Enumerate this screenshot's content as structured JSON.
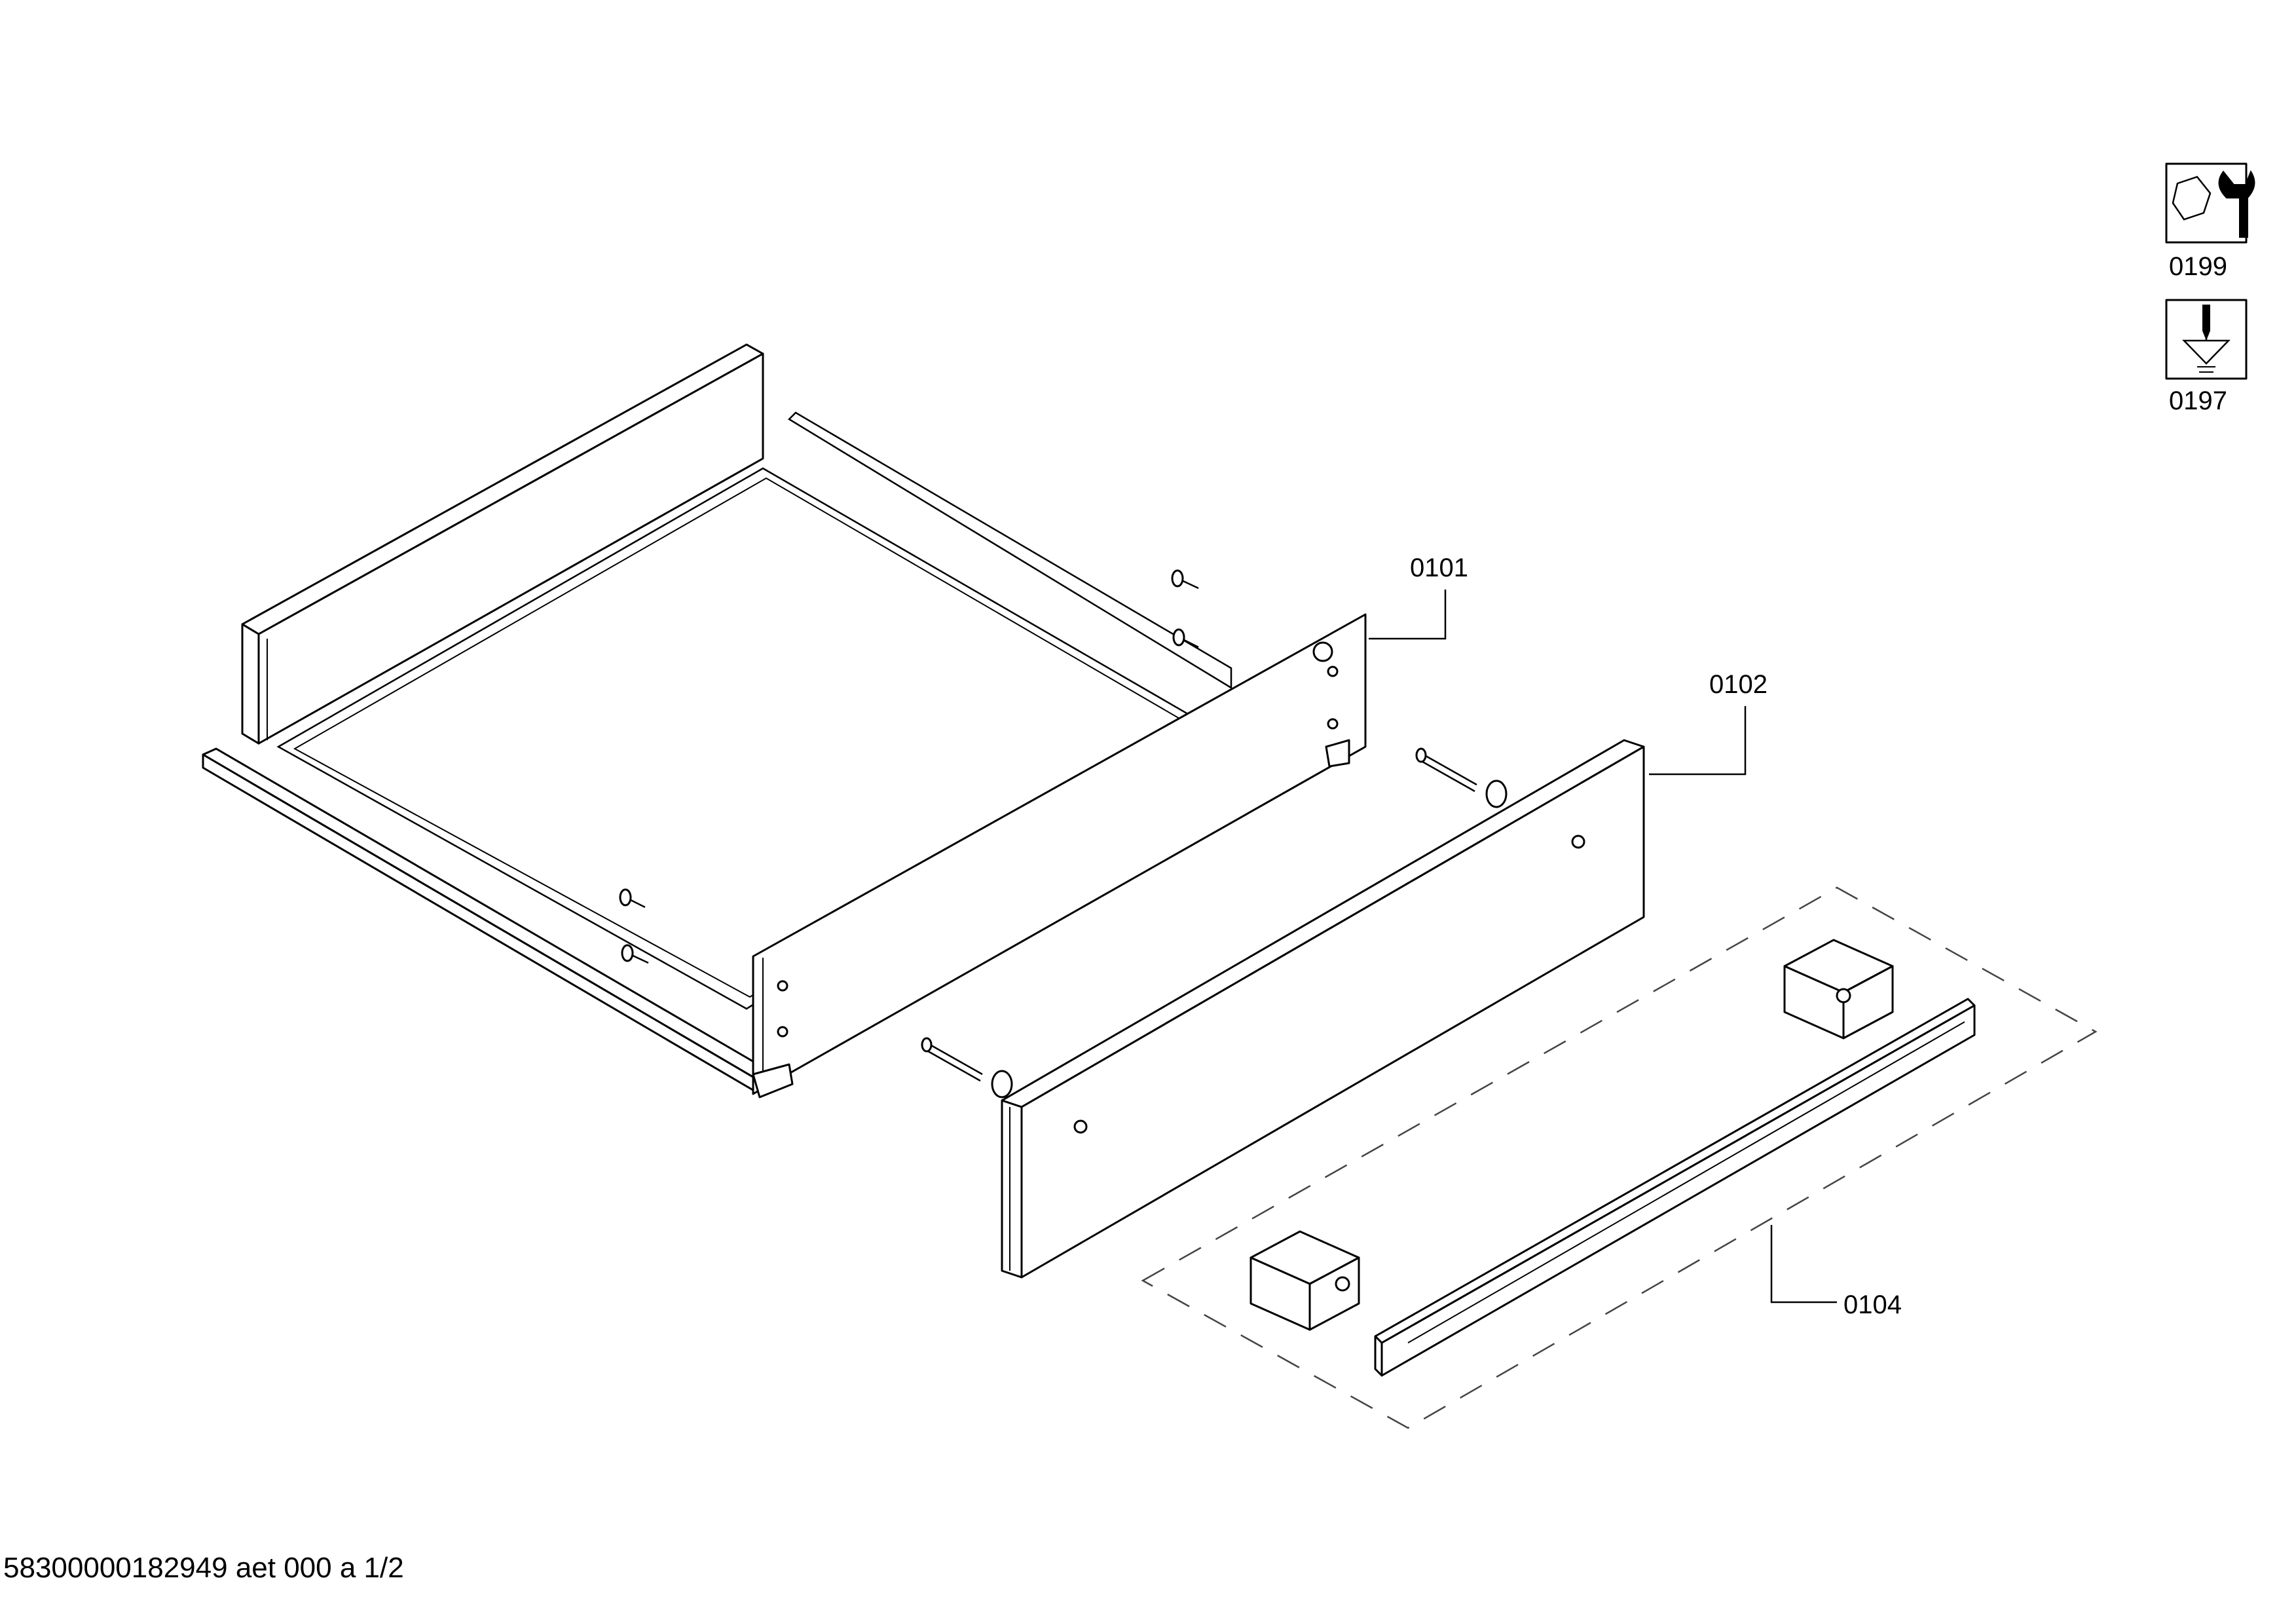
{
  "diagram": {
    "callouts": [
      {
        "id": "0101",
        "label": "0101"
      },
      {
        "id": "0102",
        "label": "0102"
      },
      {
        "id": "0104",
        "label": "0104"
      }
    ],
    "legend": [
      {
        "icon": "wrench-nut-icon",
        "label": "0199"
      },
      {
        "icon": "screwdriver-screw-icon",
        "label": "0197"
      }
    ],
    "footer_text": "58300000182949 aet 000 a 1/2"
  }
}
